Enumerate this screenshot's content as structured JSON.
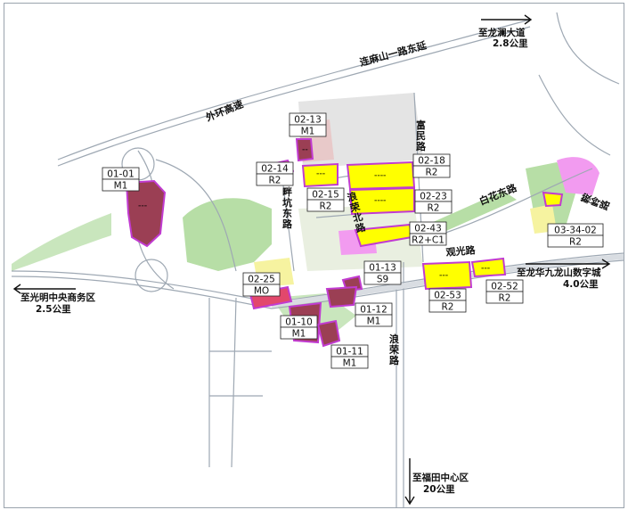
{
  "roads": {
    "outer_ring_expressway": "外环高速",
    "lianmashan_road_east_ext": "连麻山一路东延",
    "fumin_road": "富民路",
    "baihua_east_road": "白花东路",
    "pankeng_east_road": "畔坑东路",
    "langrong_north_road": "浪荣北路",
    "guanguang_road": "观光路",
    "langrong_road": "浪荣路",
    "nianling_road": "鞍岭路"
  },
  "directions": {
    "to_longlan_avenue": "至龙澜大道",
    "to_longlan_distance": "2.8公里",
    "to_guangming_cbd": "至光明中央商务区",
    "to_guangming_distance": "2.5公里",
    "to_jiulongshan": "至龙华九龙山数字城",
    "to_jiulongshan_distance": "4.0公里",
    "to_futian": "至福田中心区",
    "to_futian_distance": "20公里"
  },
  "plots": [
    {
      "id": "01-01",
      "use": "M1"
    },
    {
      "id": "02-13",
      "use": "M1"
    },
    {
      "id": "02-14",
      "use": "R2"
    },
    {
      "id": "02-15",
      "use": "R2"
    },
    {
      "id": "02-18",
      "use": "R2"
    },
    {
      "id": "02-23",
      "use": "R2"
    },
    {
      "id": "02-43",
      "use": "R2+C1"
    },
    {
      "id": "03-34-02",
      "use": "R2"
    },
    {
      "id": "02-25",
      "use": "MO"
    },
    {
      "id": "01-13",
      "use": "S9"
    },
    {
      "id": "01-12",
      "use": "M1"
    },
    {
      "id": "01-10",
      "use": "M1"
    },
    {
      "id": "01-11",
      "use": "M1"
    },
    {
      "id": "02-53",
      "use": "R2"
    },
    {
      "id": "02-52",
      "use": "R2"
    }
  ],
  "colors": {
    "residential": "#ffff00",
    "industrial": "#9b3f54",
    "commercial": "#f07cf0",
    "mo": "#e2486c",
    "green": "#b8dfa8",
    "boundary": "#c13bd1"
  }
}
